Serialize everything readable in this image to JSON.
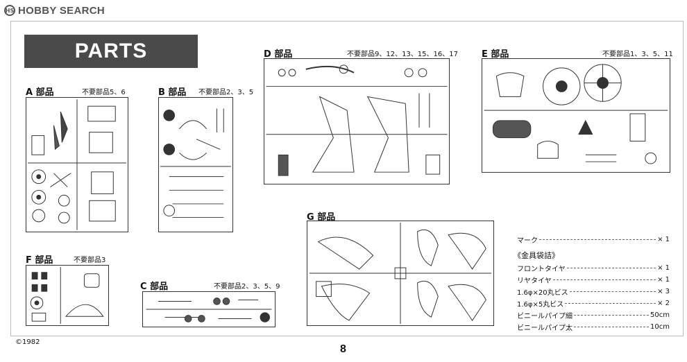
{
  "watermark": {
    "text": "HOBBY SEARCH"
  },
  "banner": {
    "title": "PARTS"
  },
  "sections": {
    "A": {
      "title": "A 部品",
      "note": "不要部品5、6"
    },
    "B": {
      "title": "B 部品",
      "note": "不要部品2、3、5"
    },
    "C": {
      "title": "C 部品",
      "note": "不要部品2、3、5、9"
    },
    "D": {
      "title": "D 部品",
      "note": "不要部品9、12、13、15、16、17"
    },
    "E": {
      "title": "E 部品",
      "note": "不要部品1、3、5、11"
    },
    "F": {
      "title": "F 部品",
      "note": "不要部品3"
    },
    "G": {
      "title": "G 部品",
      "note": ""
    }
  },
  "parts_list": {
    "mark": {
      "label": "マーク",
      "qty": "× 1"
    },
    "bag_heading": "《金具袋詰》",
    "items": [
      {
        "label": "フロントタイヤ",
        "qty": "× 1"
      },
      {
        "label": "リヤタイヤ",
        "qty": "× 1"
      },
      {
        "label": "1.6φ×20丸ビス",
        "qty": "× 3"
      },
      {
        "label": "1.6φ×5丸ビス",
        "qty": "× 2"
      },
      {
        "label": "ビニールパイプ細",
        "qty": "50cm"
      },
      {
        "label": "ビニールパイプ太",
        "qty": "10cm"
      }
    ]
  },
  "footer": {
    "copyright": "©1982",
    "page_number": "8"
  }
}
